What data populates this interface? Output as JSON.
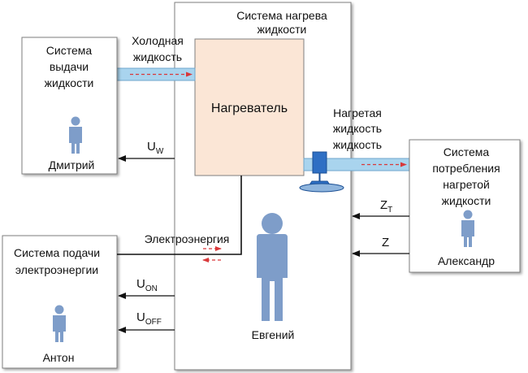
{
  "systems": {
    "heating": {
      "title_line1": "Система нагрева",
      "title_line2": "жидкости",
      "person": "Евгений",
      "heater_label": "Нагреватель"
    },
    "dispense": {
      "line1": "Система",
      "line2": "выдачи",
      "line3": "жидкости",
      "person": "Дмитрий"
    },
    "power": {
      "line1": "Система подачи",
      "line2": "электроэнергии",
      "person": "Антон"
    },
    "consume": {
      "line1": "Система",
      "line2": "потребления",
      "line3": "нагретой",
      "line4": "жидкости",
      "person": "Александр"
    }
  },
  "flows": {
    "cold_line1": "Холодная",
    "cold_line2": "жидкость",
    "hot_line1": "Нагретая",
    "hot_line2": "жидкость",
    "hot_line3": "жидкость",
    "electricity": "Электроэнергия"
  },
  "signals": {
    "uw_main": "U",
    "uw_sub": "W",
    "uon_main": "U",
    "uon_sub": "ON",
    "uoff_main": "U",
    "uoff_sub": "OFF",
    "zt_main": "Z",
    "zt_sub": "T",
    "z_main": "Z"
  },
  "colors": {
    "person": "#7e9dc9",
    "pipe": "#a9d4ee",
    "heater": "#fbe6d6",
    "arrow_red": "#d9383a",
    "valve": "#2e6fc4"
  }
}
